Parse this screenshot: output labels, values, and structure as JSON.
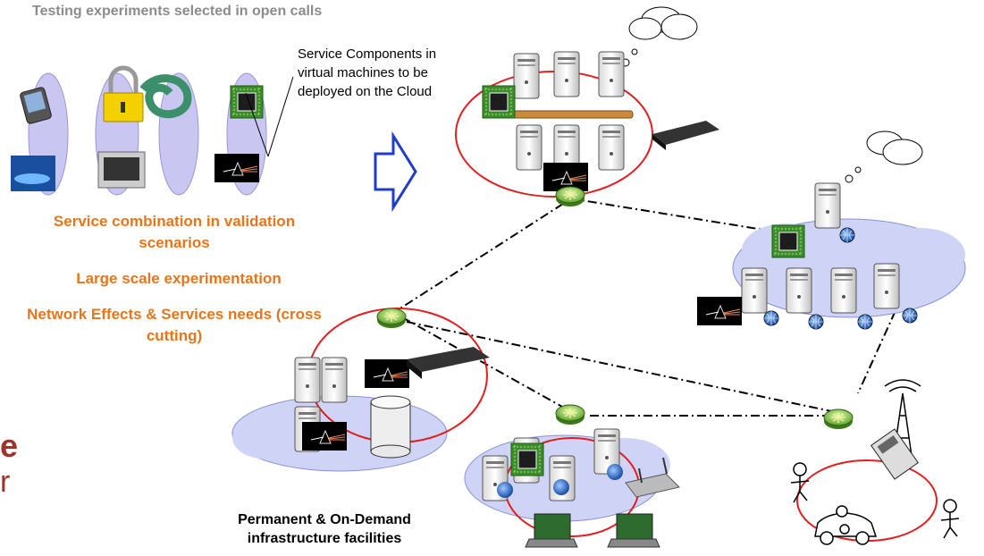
{
  "header": {
    "title": "Testing experiments selected in open calls"
  },
  "annotation": {
    "service_components": "Service Components in virtual machines to be deployed on the Cloud"
  },
  "labels": {
    "service_combination": "Service combination in validation scenarios",
    "large_scale": "Large scale experimentation",
    "network_effects": "Network Effects & Services needs (cross cutting)",
    "infrastructure": "Permanent & On-Demand infrastructure facilities"
  },
  "cut_off_text": {
    "line1": "e",
    "line2": "r"
  },
  "colors": {
    "title": "#8c8c8c",
    "accent_orange": "#e8751a",
    "ring_red": "#e02020",
    "cloud_fill": "#cfd4f7",
    "arrow_blue": "#1f3ccc",
    "router_green": "#7ac943"
  },
  "icons": [
    "pda-icon",
    "lock-icon",
    "server-icon",
    "router-icon",
    "cloud-icon",
    "laptop-icon",
    "cell-tower-icon",
    "car-icon",
    "person-icon",
    "wifi-router-icon",
    "database-icon",
    "prism-icon",
    "chip-icon"
  ]
}
